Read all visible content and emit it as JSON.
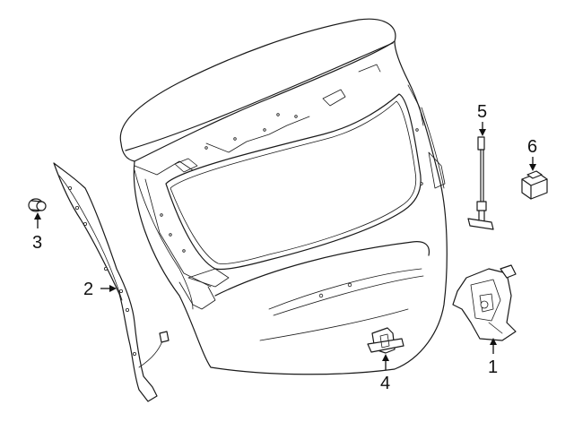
{
  "diagram": {
    "parts": [
      {
        "id": "p1",
        "number": "1"
      },
      {
        "id": "p2",
        "number": "2"
      },
      {
        "id": "p3",
        "number": "3"
      },
      {
        "id": "p4",
        "number": "4"
      },
      {
        "id": "p5",
        "number": "5"
      },
      {
        "id": "p6",
        "number": "6"
      }
    ]
  }
}
